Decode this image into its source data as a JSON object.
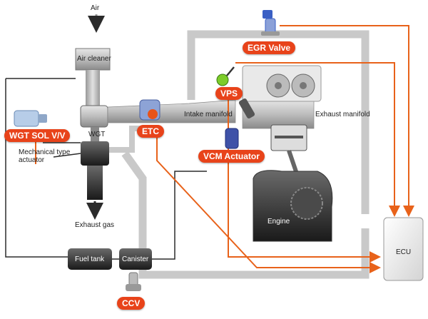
{
  "labels": {
    "air": "Air",
    "air_cleaner": "Air cleaner",
    "wgt": "WGT",
    "mechanical_actuator": "Mechanical type\nactuator",
    "exhaust_gas": "Exhaust gas",
    "fuel_tank": "Fuel tank",
    "canister": "Canister",
    "intake_manifold": "Intake manifold",
    "exhaust_manifold": "Exhaust manifold",
    "engine": "Engine",
    "ecu": "ECU"
  },
  "tags": {
    "egr_valve": "EGR Valve",
    "vps": "VPS",
    "wgt_sol": "WGT SOL V/V",
    "etc": "ETC",
    "vcm_actuator": "VCM Actuator",
    "ccv": "CCV"
  },
  "colors": {
    "signal_line": "#e8621a",
    "tag_fill": "#e8431a",
    "pipe": "#c9c9c9",
    "dark_line": "#2b2b2b"
  }
}
